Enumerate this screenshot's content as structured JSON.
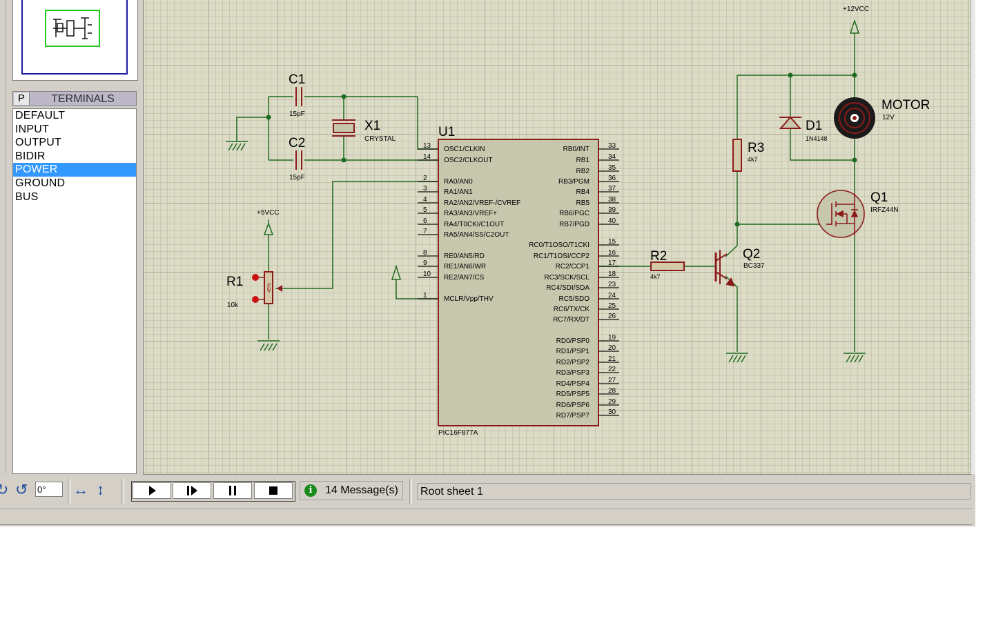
{
  "terminals_panel": {
    "p_button": "P",
    "title": "TERMINALS",
    "items": [
      "DEFAULT",
      "INPUT",
      "OUTPUT",
      "BIDIR",
      "POWER",
      "GROUND",
      "BUS"
    ],
    "selected": "POWER"
  },
  "schematic": {
    "c1": {
      "ref": "C1",
      "value": "15pF"
    },
    "c2": {
      "ref": "C2",
      "value": "15pF"
    },
    "x1": {
      "ref": "X1",
      "value": "CRYSTAL"
    },
    "r1": {
      "ref": "R1",
      "value": "10k",
      "pot_value": "45%"
    },
    "vcc5": "+5VCC",
    "vcc12": "+12VCC",
    "u1": {
      "ref": "U1",
      "part": "PIC16F877A",
      "left_pins": [
        {
          "num": "13",
          "name": "OSC1/CLKIN"
        },
        {
          "num": "14",
          "name": "OSC2/CLKOUT"
        },
        {
          "num": "2",
          "name": "RA0/AN0"
        },
        {
          "num": "3",
          "name": "RA1/AN1"
        },
        {
          "num": "4",
          "name": "RA2/AN2/VREF-/CVREF"
        },
        {
          "num": "5",
          "name": "RA3/AN3/VREF+"
        },
        {
          "num": "6",
          "name": "RA4/T0CKI/C1OUT"
        },
        {
          "num": "7",
          "name": "RA5/AN4/SS/C2OUT"
        },
        {
          "num": "8",
          "name": "RE0/AN5/RD"
        },
        {
          "num": "9",
          "name": "RE1/AN6/WR"
        },
        {
          "num": "10",
          "name": "RE2/AN7/CS"
        },
        {
          "num": "1",
          "name": "MCLR/Vpp/THV"
        }
      ],
      "right_pins": [
        {
          "num": "33",
          "name": "RB0/INT"
        },
        {
          "num": "34",
          "name": "RB1"
        },
        {
          "num": "35",
          "name": "RB2"
        },
        {
          "num": "36",
          "name": "RB3/PGM"
        },
        {
          "num": "37",
          "name": "RB4"
        },
        {
          "num": "38",
          "name": "RB5"
        },
        {
          "num": "39",
          "name": "RB6/PGC"
        },
        {
          "num": "40",
          "name": "RB7/PGD"
        },
        {
          "num": "15",
          "name": "RC0/T1OSO/T1CKI"
        },
        {
          "num": "16",
          "name": "RC1/T1OSI/CCP2"
        },
        {
          "num": "17",
          "name": "RC2/CCP1"
        },
        {
          "num": "18",
          "name": "RC3/SCK/SCL"
        },
        {
          "num": "23",
          "name": "RC4/SDI/SDA"
        },
        {
          "num": "24",
          "name": "RC5/SDO"
        },
        {
          "num": "25",
          "name": "RC6/TX/CK"
        },
        {
          "num": "26",
          "name": "RC7/RX/DT"
        },
        {
          "num": "19",
          "name": "RD0/PSP0"
        },
        {
          "num": "20",
          "name": "RD1/PSP1"
        },
        {
          "num": "21",
          "name": "RD2/PSP2"
        },
        {
          "num": "22",
          "name": "RD3/PSP3"
        },
        {
          "num": "27",
          "name": "RD4/PSP4"
        },
        {
          "num": "28",
          "name": "RD5/PSP5"
        },
        {
          "num": "29",
          "name": "RD6/PSP6"
        },
        {
          "num": "30",
          "name": "RD7/PSP7"
        }
      ]
    },
    "r2": {
      "ref": "R2",
      "value": "4k7"
    },
    "r3": {
      "ref": "R3",
      "value": "4k7"
    },
    "q2": {
      "ref": "Q2",
      "value": "BC337"
    },
    "q1": {
      "ref": "Q1",
      "value": "IRFZ44N"
    },
    "d1": {
      "ref": "D1",
      "value": "1N4148"
    },
    "motor": {
      "ref": "MOTOR",
      "value": "12V"
    }
  },
  "toolbar": {
    "rotation_value": "0°",
    "messages_count_text": "14 Message(s)",
    "sheet_text": "Root sheet 1"
  },
  "colors": {
    "wire": "#1f6b1f",
    "component": "#8b1a1a",
    "chip_fill": "#c7c7ad",
    "selection": "#3399ff"
  }
}
